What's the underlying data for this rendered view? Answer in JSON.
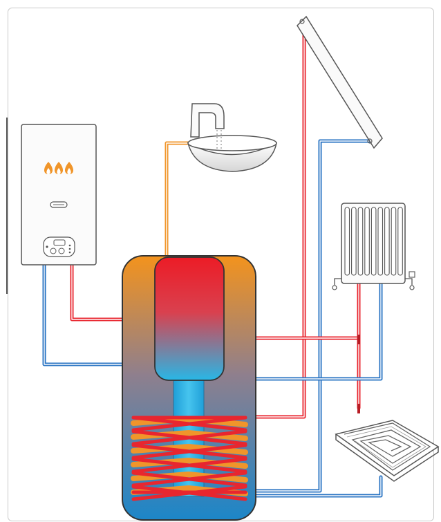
{
  "colors": {
    "hot": "#e8262f",
    "cold": "#2a74c3",
    "warm": "#f0952a",
    "frame": "#c9c9c9",
    "outline": "#555555",
    "tank_top": "#f3931d",
    "tank_mid": "#8f7f8d",
    "tank_bottom": "#1c86c8",
    "inner_top": "#ec1c26",
    "inner_bottom": "#28b7e6"
  },
  "components": {
    "boiler": {
      "icon": "boiler-icon",
      "flame_count": 3
    },
    "tap": {
      "icon": "faucet-basin-icon"
    },
    "solar_collector": {
      "icon": "solar-collector-icon"
    },
    "radiator": {
      "icon": "radiator-icon",
      "fin_count": 9
    },
    "floor_heating": {
      "icon": "underfloor-heating-icon"
    },
    "storage_tank": {
      "icon": "storage-tank-icon",
      "coil_turns": 6
    }
  }
}
